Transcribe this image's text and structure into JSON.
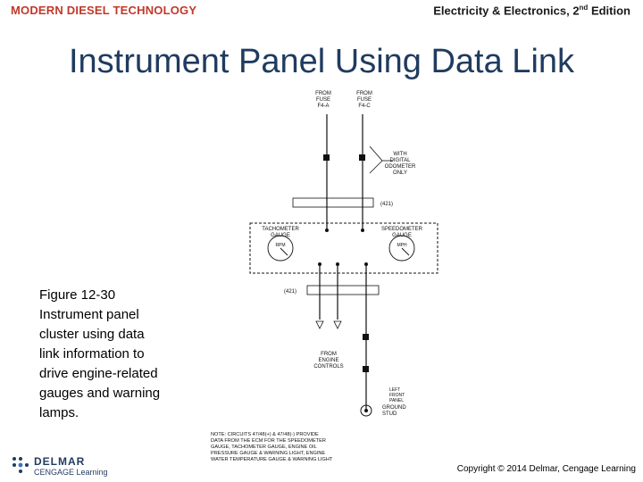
{
  "header": {
    "left": "MODERN DIESEL TECHNOLOGY",
    "right_main": "Electricity & Electronics, 2",
    "right_sup": "nd",
    "right_end": " Edition"
  },
  "slide_title": "Instrument Panel Using Data Link",
  "caption": {
    "figure_number": "Figure 12-30",
    "text": "Instrument panel cluster using data link information to drive engine-related gauges and warning lamps."
  },
  "diagram": {
    "from_fuse_left": [
      "FROM",
      "FUSE",
      "F4-A"
    ],
    "from_fuse_right": [
      "FROM",
      "FUSE",
      "F4-C"
    ],
    "digital_odometer": [
      "WITH",
      "DIGITAL",
      "ODOMETER",
      "ONLY"
    ],
    "connector_top": "(421)",
    "connector_bottom": "(421)",
    "tach_gauge": [
      "TACHOMETER",
      "GAUGE"
    ],
    "speedo_gauge": [
      "SPEEDOMETER",
      "GAUGE"
    ],
    "tach_dial": "RPM",
    "speedo_dial": "MPH",
    "from_engine": [
      "FROM",
      "ENGINE",
      "CONTROLS"
    ],
    "ground_label": [
      "LEFT",
      "FRONT",
      "PANEL"
    ],
    "ground_stud": [
      "GROUND",
      "STUD"
    ],
    "note": [
      "NOTE: CIRCUITS 47/48(+) & 47/48(-) PROVIDE",
      "DATA FROM THE ECM FOR THE SPEEDOMETER",
      "GAUGE, TACHOMETER GAUGE, ENGINE OIL",
      "PRESSURE GAUGE & WARNING LIGHT, ENGINE",
      "WATER TEMPERATURE GAUGE & WARNING LIGHT"
    ]
  },
  "logo": {
    "name": "DELMAR",
    "sub": "CENGAGE Learning"
  },
  "copyright": "Copyright © 2014 Delmar, Cengage Learning"
}
